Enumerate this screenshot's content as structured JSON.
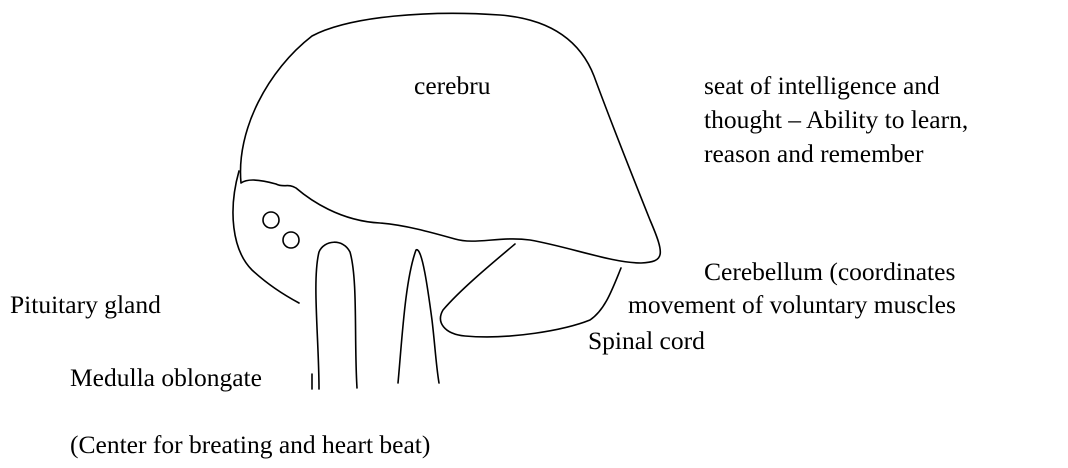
{
  "labels": {
    "cerebrum": "cerebru",
    "cerebrum_desc": [
      "seat of intelligence and",
      "thought – Ability to learn,",
      "reason and remember"
    ],
    "cerebellum_line1": "Cerebellum (coordinates",
    "cerebellum_line2": "movement of voluntary muscles",
    "pituitary": "Pituitary gland",
    "spinal_cord": "Spinal cord",
    "medulla": "Medulla oblongate",
    "medulla_desc": "(Center for breating and heart beat)"
  },
  "colors": {
    "stroke": "#000000",
    "background": "#ffffff"
  }
}
